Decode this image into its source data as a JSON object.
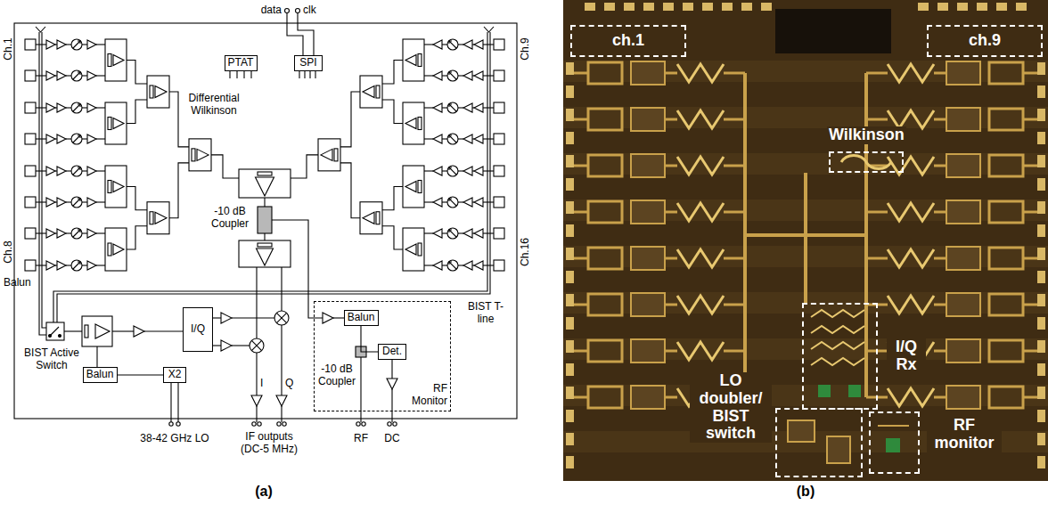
{
  "diagram": {
    "nodes": [
      {
        "text": [
          "PTAT"
        ]
      },
      {
        "text": [
          "SPI"
        ]
      },
      {
        "text": [
          "I/Q"
        ]
      },
      {
        "text": [
          "Balun"
        ]
      },
      {
        "text": [
          "X2"
        ]
      },
      {
        "text": [
          "RF Monitor"
        ]
      },
      {
        "text": [
          "Balun"
        ],
        "in": 5
      },
      {
        "text": [
          "Det."
        ],
        "in": 5
      },
      {
        "text": [
          "ch.1"
        ]
      },
      {
        "text": [
          "ch.9"
        ]
      },
      {
        "text": [
          "Wilkinson"
        ]
      },
      {
        "text": [
          "I/Q Rx"
        ]
      },
      {
        "text": [
          "LO doubler/ BIST switch"
        ]
      },
      {
        "text": [
          "RF monitor"
        ]
      }
    ],
    "edges": [
      {
        "from": 4,
        "to": 3,
        "arrow": "none"
      },
      {
        "from": 6,
        "to": 7,
        "arrow": "none"
      }
    ],
    "labels": [
      "data",
      "clk",
      "Ch.1",
      "Ch.8",
      "Ch.9",
      "Ch.16",
      "Differential Wilkinson",
      "-10 dB Coupler",
      "Balun",
      "BIST T-line",
      "BIST Active Switch",
      "38-42 GHz LO",
      "I",
      "Q",
      "IF outputs (DC-5 MHz)",
      "-10 dB Coupler",
      "RF",
      "DC",
      "(a)",
      "(b)"
    ]
  }
}
